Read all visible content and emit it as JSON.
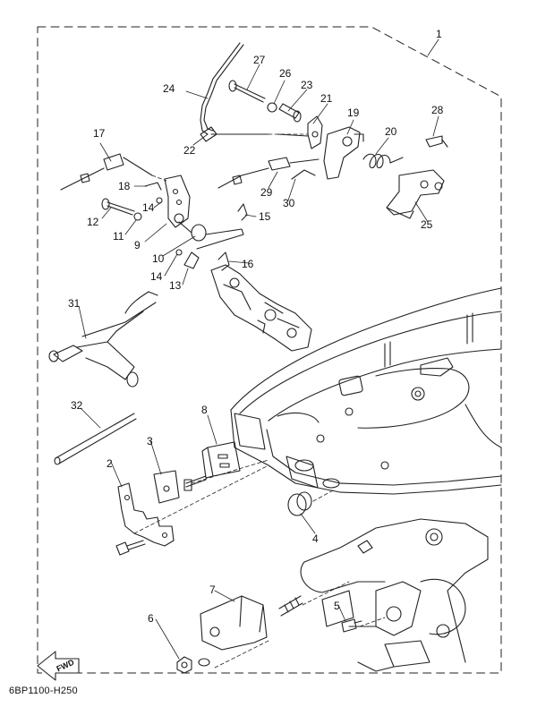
{
  "diagram_code": "6BP1100-H250",
  "fwd_label": "FWD",
  "callouts": [
    "1",
    "2",
    "3",
    "4",
    "5",
    "6",
    "7",
    "8",
    "9",
    "10",
    "11",
    "12",
    "13",
    "14",
    "14",
    "15",
    "16",
    "17",
    "18",
    "19",
    "20",
    "21",
    "22",
    "23",
    "24",
    "25",
    "26",
    "27",
    "28",
    "29",
    "30",
    "31",
    "32"
  ]
}
